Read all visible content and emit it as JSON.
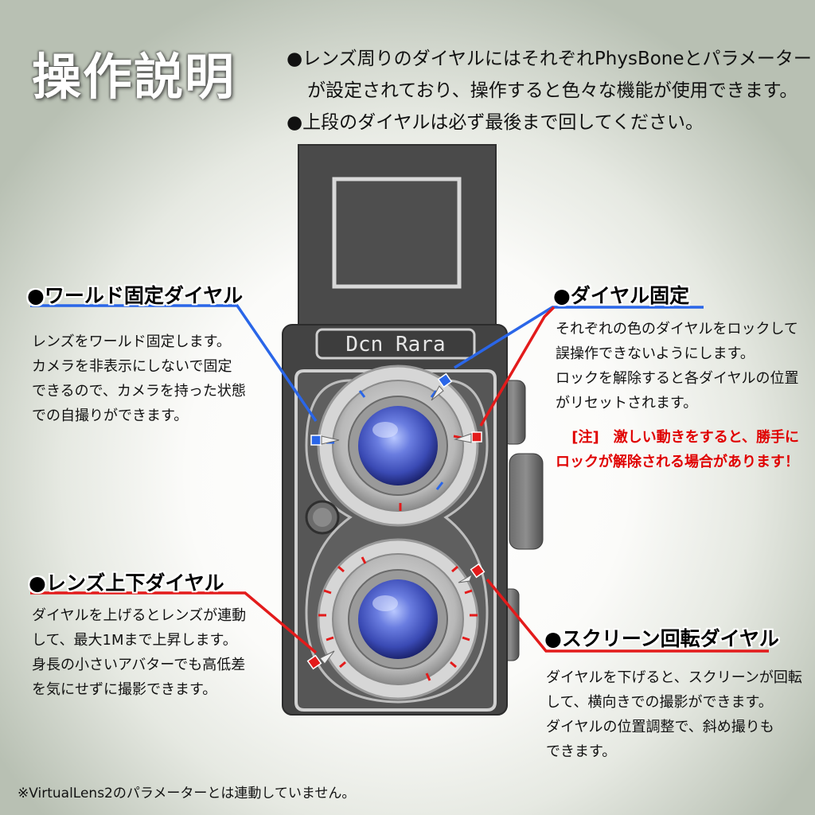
{
  "title": "操作説明",
  "intro": {
    "line1": "●レンズ周りのダイヤルにはそれぞれPhysBoneとパラメーター",
    "line2": "が設定されており、操作すると色々な機能が使用できます。",
    "line3": "●上段のダイヤルは必ず最後まで回してください。"
  },
  "camera": {
    "nameplate": "Dcn Rara"
  },
  "sections": {
    "world_lock": {
      "heading": "●ワールド固定ダイヤル",
      "lines": [
        "レンズをワールド固定します。",
        "カメラを非表示にしないで固定",
        "できるので、カメラを持った状態",
        "での自撮りができます。"
      ],
      "color": "#2a66e8"
    },
    "dial_lock": {
      "heading": "●ダイヤル固定",
      "lines": [
        "それぞれの色のダイヤルをロックして",
        "誤操作できないようにします。",
        "ロックを解除すると各ダイヤルの位置",
        "がリセットされます。"
      ],
      "warning": [
        "[注]　激しい動きをすると、勝手に",
        "ロックが解除される場合があります！"
      ],
      "color": "#2a66e8"
    },
    "lens_updown": {
      "heading": "●レンズ上下ダイヤル",
      "lines": [
        "ダイヤルを上げるとレンズが連動",
        "して、最大1Mまで上昇します。",
        "身長の小さいアバターでも高低差",
        "を気にせずに撮影できます。"
      ],
      "color": "#e31b1b"
    },
    "screen_rotate": {
      "heading": "●スクリーン回転ダイヤル",
      "lines": [
        "ダイヤルを下げると、スクリーンが回転",
        "して、横向きでの撮影ができます。",
        "ダイヤルの位置調整で、斜め撮りも",
        "できます。"
      ],
      "color": "#e31b1b"
    }
  },
  "footnote": "※VirtualLens2のパラメーターとは連動していません。"
}
